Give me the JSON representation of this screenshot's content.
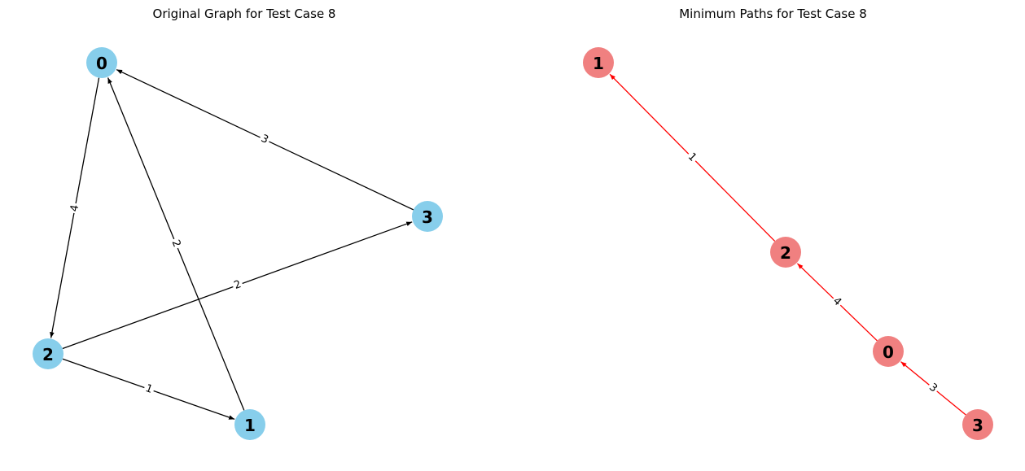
{
  "graphs": [
    {
      "title": "Original Graph for Test Case 8",
      "node_color": "#87ceeb",
      "edge_color": "#000000",
      "nodes": [
        "0",
        "1",
        "2",
        "3"
      ],
      "edges": [
        {
          "from": "0",
          "to": "2",
          "weight": "4"
        },
        {
          "from": "1",
          "to": "0",
          "weight": "2"
        },
        {
          "from": "3",
          "to": "0",
          "weight": "3"
        },
        {
          "from": "2",
          "to": "3",
          "weight": "2"
        },
        {
          "from": "2",
          "to": "1",
          "weight": "1"
        }
      ]
    },
    {
      "title": "Minimum Paths for Test Case 8",
      "node_color": "#f08080",
      "edge_color": "#ff0000",
      "nodes": [
        "1",
        "2",
        "0",
        "3"
      ],
      "edges": [
        {
          "from": "2",
          "to": "1",
          "weight": "1"
        },
        {
          "from": "0",
          "to": "2",
          "weight": "4"
        },
        {
          "from": "3",
          "to": "0",
          "weight": "3"
        }
      ]
    }
  ]
}
